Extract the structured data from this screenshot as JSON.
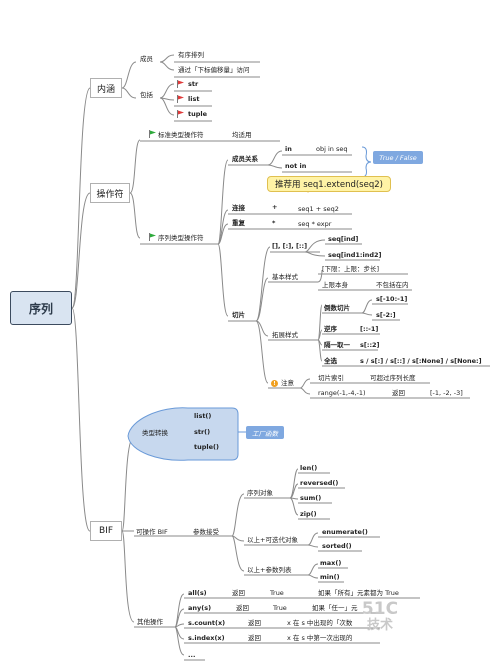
{
  "root": "序列",
  "branches": {
    "neihan": {
      "label": "内涵",
      "chengyuan": {
        "label": "成员",
        "items": [
          "有序排列",
          "通过「下标偏移量」访问"
        ]
      },
      "baokuo": {
        "label": "包括",
        "items": [
          "str",
          "list",
          "tuple"
        ]
      }
    },
    "caozuofu": {
      "label": "操作符",
      "standard": {
        "label": "标准类型操作符",
        "value": "均适用"
      },
      "sequence": {
        "label": "序列类型操作符",
        "membership": {
          "label": "成员关系",
          "in": "in",
          "not_in": "not in",
          "expr": "obj in seq",
          "tag": "True / False"
        },
        "callout": "推荐用 seq1.extend(seq2)",
        "concat": {
          "label": "连接",
          "op": "+",
          "expr": "seq1 + seq2"
        },
        "repeat": {
          "label": "重复",
          "op": "*",
          "expr": "seq * expr"
        },
        "slice": {
          "label": "切片",
          "brackets": "[], [:], [::]",
          "examples": [
            "seq[ind]",
            "seq[ind1:ind2]"
          ],
          "basic": {
            "label": "基本样式",
            "items": [
              "[下限：上限：步长]",
              "上限本身",
              "不包括在内"
            ]
          },
          "extended": {
            "label": "拓展样式",
            "reverse": {
              "label": "倒数切片",
              "items": [
                "s[-10:-1]",
                "s[-2:]"
              ]
            },
            "inverse": {
              "label": "逆序",
              "value": "[::-1]"
            },
            "step": {
              "label": "隔一取一",
              "value": "s[::2]"
            },
            "all": {
              "label": "全选",
              "value": "s / s[:] / s[::] / s[:None] / s[None:]"
            }
          },
          "note": {
            "label": "注意",
            "index": {
              "label": "切片索引",
              "value": "可超过序列长度"
            },
            "range": {
              "label": "range(-1,-4,-1)",
              "ret": "返回",
              "value": "[-1, -2, -3]"
            }
          }
        }
      }
    },
    "bif": {
      "label": "BIF",
      "convert": {
        "label": "类型转换",
        "items": [
          "list()",
          "str()",
          "tuple()"
        ],
        "tag": "工厂函数"
      },
      "operable": {
        "label": "可操作 BIF",
        "param": "参数接受",
        "seqobj": {
          "label": "序列对象",
          "items": [
            "len()",
            "reversed()",
            "sum()",
            "zip()"
          ]
        },
        "iterable": {
          "label": "以上+可迭代对象",
          "items": [
            "enumerate()",
            "sorted()"
          ]
        },
        "params": {
          "label": "以上+参数列表",
          "items": [
            "max()",
            "min()"
          ]
        }
      },
      "other": {
        "label": "其他操作",
        "rows": [
          {
            "fn": "all(s)",
            "ret": "返回",
            "val": "True",
            "desc": "如果「所有」元素都为 True"
          },
          {
            "fn": "any(s)",
            "ret": "返回",
            "val": "True",
            "desc": "如果「任一」元"
          },
          {
            "fn": "s.count(x)",
            "ret": "返回",
            "val": "",
            "desc": "x 在 s 中出现的「次数"
          },
          {
            "fn": "s.index(x)",
            "ret": "返回",
            "val": "",
            "desc": "x 在 s 中第一次出现的"
          },
          {
            "fn": "...",
            "ret": "",
            "val": "",
            "desc": ""
          }
        ]
      }
    }
  },
  "watermark": [
    "51C",
    "技术"
  ],
  "colors": {
    "flag": "#e03a3a",
    "flag_green": "#2eaa3c",
    "tag": "#7fa8e0",
    "line": "#888888"
  }
}
